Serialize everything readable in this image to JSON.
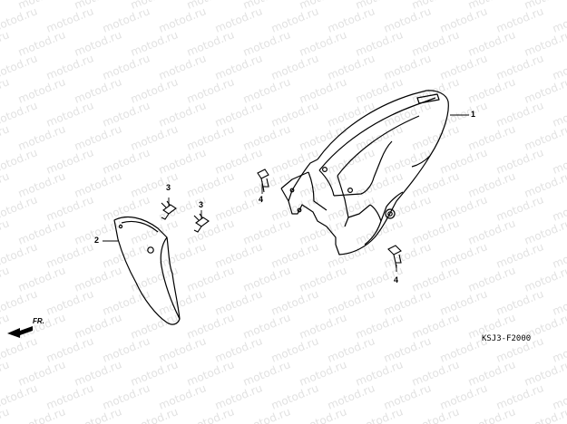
{
  "watermark": {
    "text": "motod.ru"
  },
  "diagram": {
    "callouts": [
      {
        "id": "1",
        "part": "rear-fender"
      },
      {
        "id": "2",
        "part": "mud-flap"
      },
      {
        "id": "3",
        "part": "bolt"
      },
      {
        "id": "3",
        "part": "bolt"
      },
      {
        "id": "4",
        "part": "bolt"
      },
      {
        "id": "4",
        "part": "bolt"
      }
    ],
    "direction_label": "FR.",
    "diagram_code": "KSJ3-F2000"
  }
}
